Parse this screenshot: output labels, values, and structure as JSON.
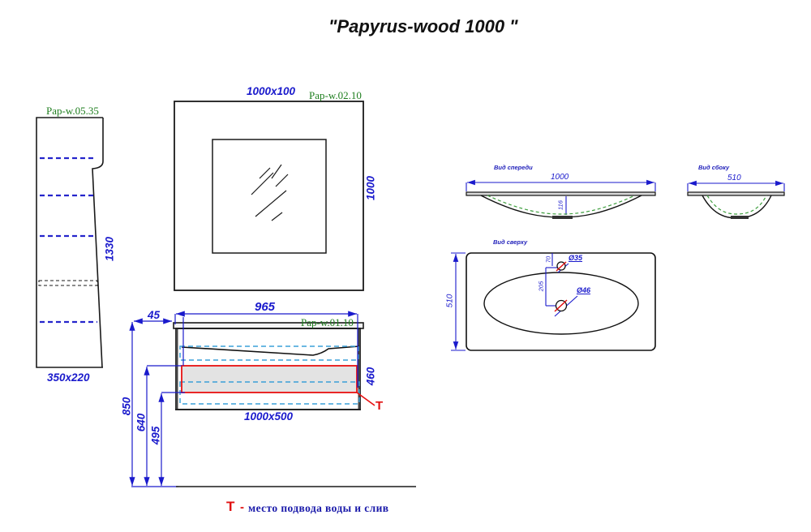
{
  "title": "\"Papyrus-wood 1000 \"",
  "colors": {
    "dimension_blue": "#1a1acc",
    "code_green": "#1e7e1e",
    "alert_red": "#e01010",
    "hidden_cyan": "#3aa0d8",
    "hidden_green": "#3f9f3f",
    "line_black": "#1a1a1a"
  },
  "tall_cabinet": {
    "code": "Pap-w.05.35",
    "height_label": "1330",
    "size_label": "350x220"
  },
  "mirror": {
    "size_label": "1000x100",
    "code": "Pap-w.02.10",
    "height_label": "1000"
  },
  "vanity": {
    "width_label": "965",
    "wall_offset_label": "45",
    "code": "Pap-w.01.10",
    "depth_label": "460",
    "size_label": "1000x500",
    "height_floor_label": "850",
    "height_supply_top_label": "640",
    "height_supply_bottom_label": "495",
    "t_mark": "Т"
  },
  "views": {
    "front": {
      "label": "Вид спереди",
      "width_label": "1000",
      "bowl_depth_label": "116"
    },
    "side": {
      "label": "Вид сбоку",
      "width_label": "510"
    },
    "top": {
      "label": "Вид сверху",
      "depth_label": "510",
      "faucet_offset_label": "70",
      "drain_offset_label": "205",
      "faucet_dia_label": "Ø35",
      "drain_dia_label": "Ø46"
    }
  },
  "legend": {
    "symbol": "Т",
    "dash": "-",
    "text": "место подвода воды и слив"
  }
}
